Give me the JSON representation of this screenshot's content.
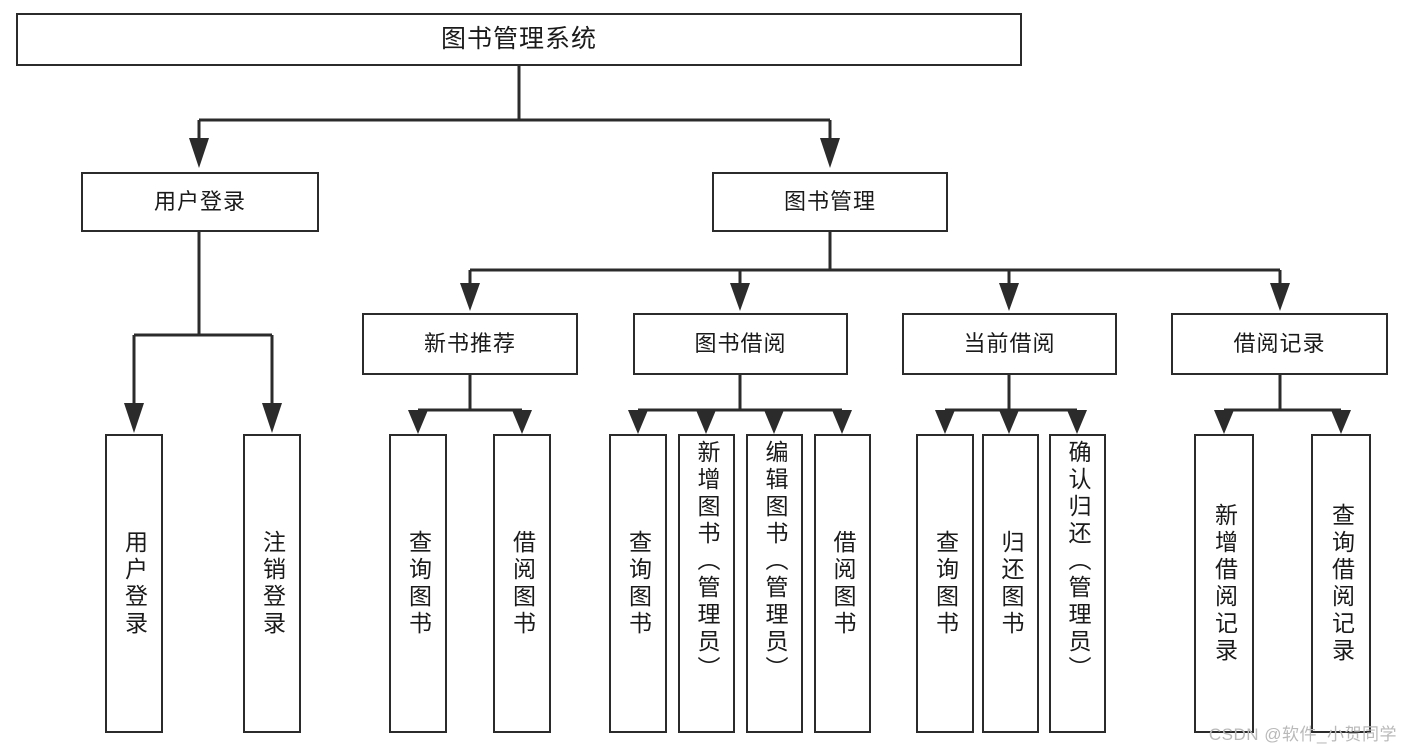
{
  "diagram": {
    "title": "图书管理系统",
    "root": {
      "label": "图书管理系统"
    },
    "level1": [
      {
        "label": "用户登录"
      },
      {
        "label": "图书管理"
      }
    ],
    "level2": [
      {
        "label": "新书推荐"
      },
      {
        "label": "图书借阅"
      },
      {
        "label": "当前借阅"
      },
      {
        "label": "借阅记录"
      }
    ],
    "leaves": {
      "user_login": [
        {
          "label": "用户登录"
        },
        {
          "label": "注销登录"
        }
      ],
      "new_book_recommend": [
        {
          "label": "查询图书"
        },
        {
          "label": "借阅图书"
        }
      ],
      "book_borrow": [
        {
          "label": "查询图书"
        },
        {
          "label": "新增图书（管理员）"
        },
        {
          "label": "编辑图书（管理员）"
        },
        {
          "label": "借阅图书"
        }
      ],
      "current_borrow": [
        {
          "label": "查询图书"
        },
        {
          "label": "归还图书"
        },
        {
          "label": "确认归还（管理员）"
        }
      ],
      "borrow_record": [
        {
          "label": "新增借阅记录"
        },
        {
          "label": "查询借阅记录"
        }
      ]
    }
  },
  "watermark": {
    "text": "CSDN @软件_小贺同学"
  },
  "colors": {
    "stroke": "#2b2b2b",
    "text": "#1a1a1a",
    "background": "#ffffff",
    "watermark": "#b9b9b9"
  }
}
